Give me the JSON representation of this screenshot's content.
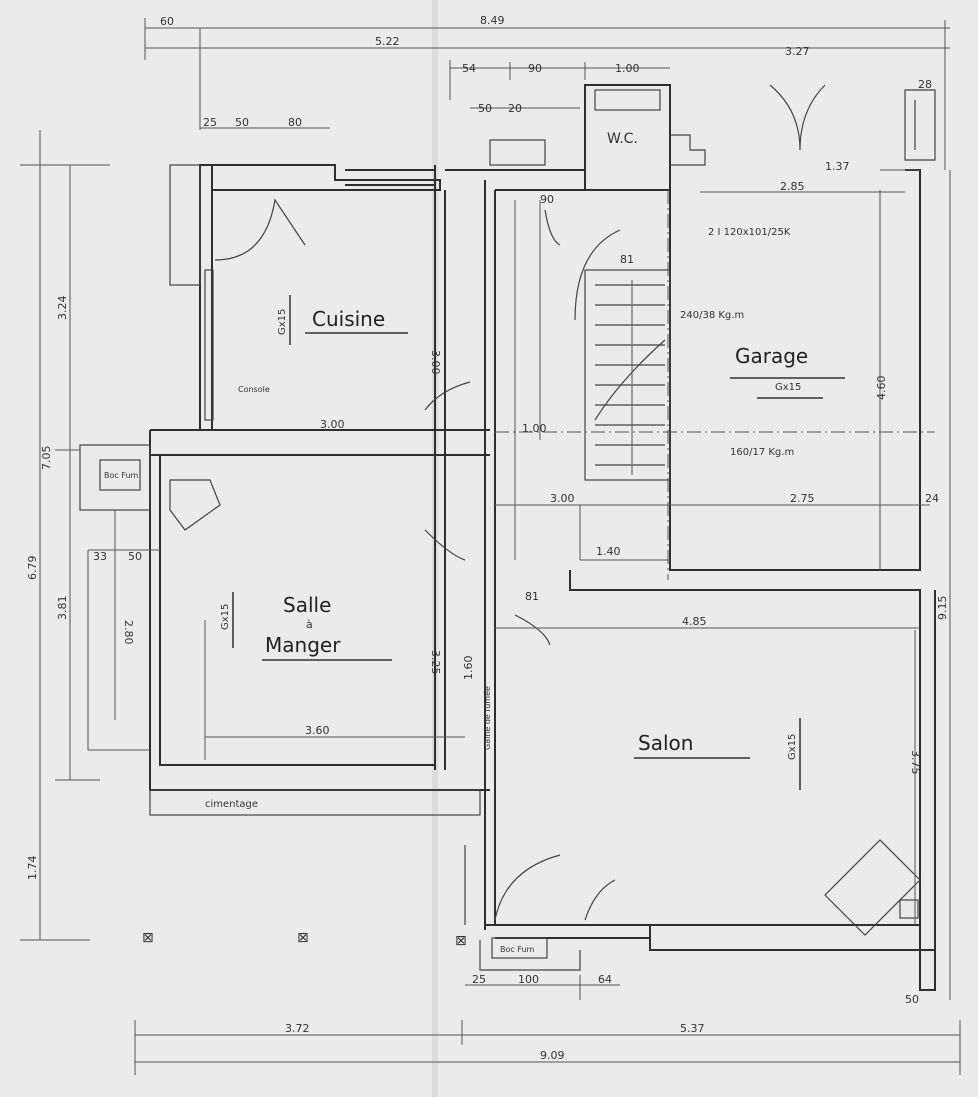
{
  "rooms": {
    "kitchen": "Cuisine",
    "garage": "Garage",
    "dining_line1": "Salle",
    "dining_line2": "à",
    "dining_line3": "Manger",
    "living": "Salon",
    "wc": "W.C."
  },
  "dimensions": {
    "top_total": "8.49",
    "top_left_offset": "60",
    "top_left": "5.22",
    "top_right": "3.27",
    "top_54": "54",
    "top_90": "90",
    "top_100": "1.00",
    "kitchen_25": "25",
    "kitchen_50": "50",
    "kitchen_80": "80",
    "wc_50": "50",
    "wc_20": "20",
    "garage_285": "2.85",
    "garage_137": "1.37",
    "garage_28": "28",
    "garage_460": "4.60",
    "garage_275": "2.75",
    "garage_24": "24",
    "hall_90": "90",
    "hall_81": "81",
    "hall_100": "1.00",
    "hall_300": "3.00",
    "kitchen_300": "3.00",
    "kitchen_height_300": "3.00",
    "dining_325": "3.25",
    "dining_360": "3.60",
    "dining_280": "2.80",
    "dining_33": "33",
    "dining_50": "50",
    "salon_485": "4.85",
    "salon_375": "3.75",
    "salon_81": "81",
    "left_679": "6.79",
    "left_381": "3.81",
    "left_324": "3.24",
    "left_705": "7.05",
    "left_174": "1.74",
    "right_915": "9.15",
    "bottom_left": "3.72",
    "bottom_right": "5.37",
    "bottom_total": "9.09",
    "bottom_25": "25",
    "bottom_100": "100",
    "bottom_64": "64",
    "bottom_50": "50",
    "stair_140": "1.40",
    "hall_160": "1.60"
  },
  "notes": {
    "beam_wc": "2 I 120x101/25K",
    "beam_stair": "240/38 Kg.m",
    "beam_garage": "160/17 Kg.m",
    "floor_kitchen": "Gx15",
    "floor_garage": "Gx15",
    "floor_dining": "Gx15",
    "floor_salon": "Gx15",
    "flue_dining": "Boc Fum",
    "flue_salon": "Boc Fum",
    "cimentage": "cimentage",
    "gaine": "Gaine de fumée",
    "console": "Console"
  }
}
